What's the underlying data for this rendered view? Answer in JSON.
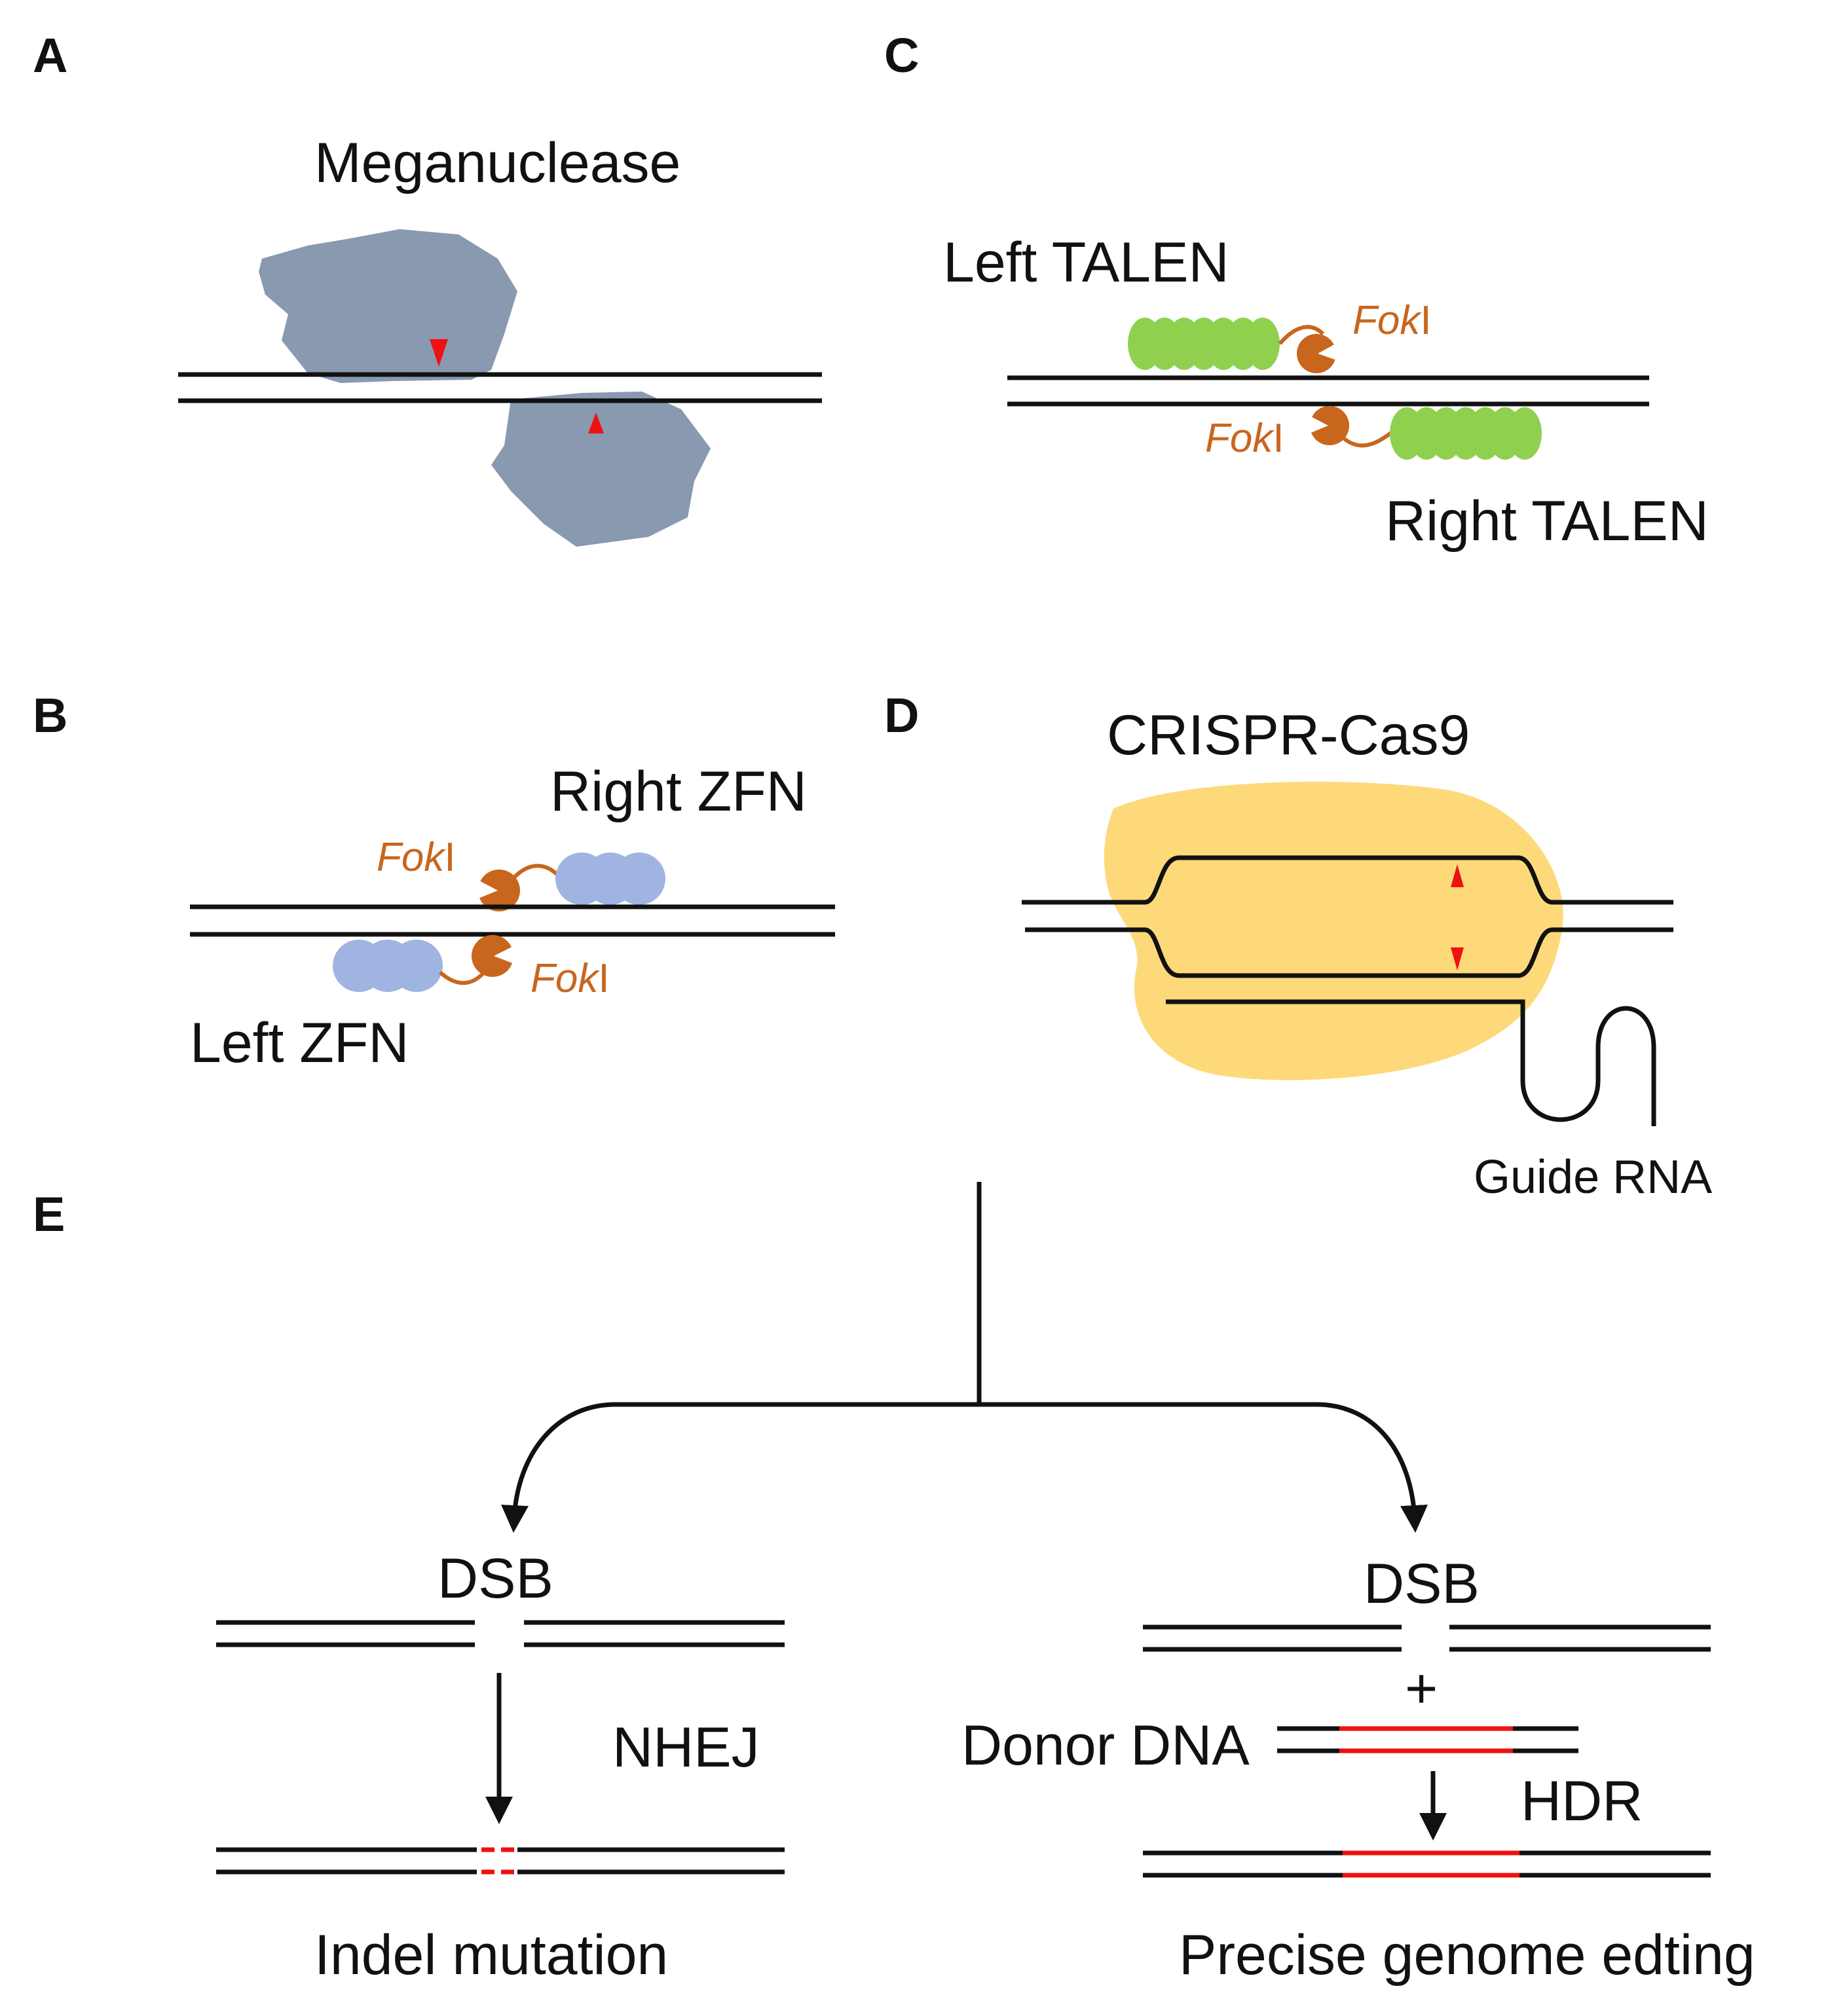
{
  "colors": {
    "dna": "#111111",
    "cut_site": "#ee1111",
    "meganuclease": "#8899b0",
    "zfn": "#9fb4e0",
    "talen": "#8fd14f",
    "foki": "#c8661e",
    "cas9": "#fdd97a",
    "donor_red": "#ee1111"
  },
  "panels": {
    "a": {
      "letter": "A",
      "title": "Meganuclease"
    },
    "b": {
      "letter": "B",
      "right_label": "Right ZFN",
      "left_label": "Left ZFN",
      "foki_italic": "Fok",
      "foki_suffix": "I"
    },
    "c": {
      "letter": "C",
      "left_label": "Left TALEN",
      "right_label": "Right TALEN",
      "foki_italic": "Fok",
      "foki_suffix": "I"
    },
    "d": {
      "letter": "D",
      "title": "CRISPR-Cas9",
      "guide_label": "Guide RNA"
    },
    "e": {
      "letter": "E",
      "left": {
        "dsb_label": "DSB",
        "pathway": "NHEJ",
        "outcome": "Indel mutation"
      },
      "right": {
        "dsb_label": "DSB",
        "plus": "+",
        "donor_label": "Donor DNA",
        "pathway": "HDR",
        "outcome": "Precise genome edting"
      }
    }
  }
}
